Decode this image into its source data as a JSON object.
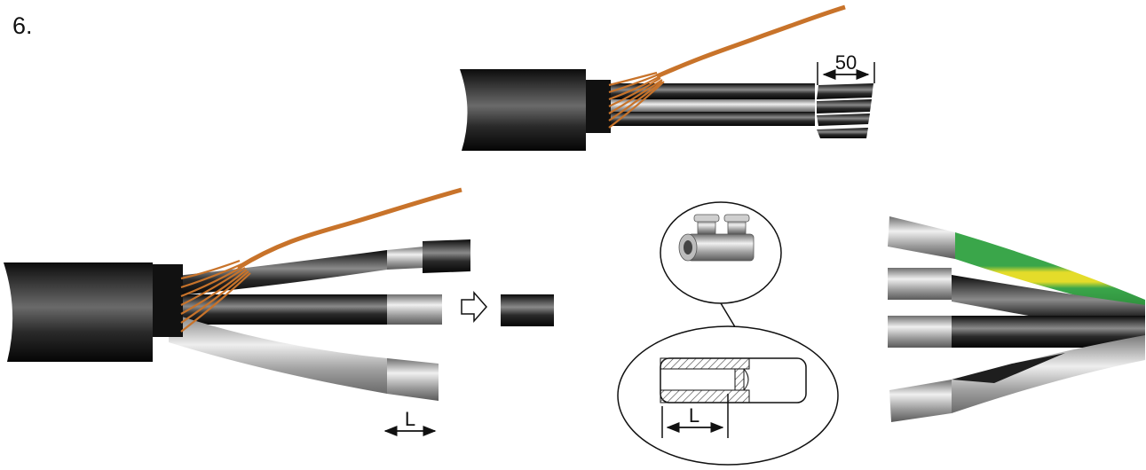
{
  "step": {
    "number": "6."
  },
  "dimensions": {
    "strip_length": "50",
    "length_symbol_left": "L",
    "length_symbol_connector": "L"
  },
  "icons": {
    "arrow": "hollow-right-arrow-icon",
    "connector": "bolted-connector-icon",
    "cross_section": "connector-cross-section-icon"
  },
  "colors": {
    "outer_sheath": "#1a1a1a",
    "drain_wire": "#c8732a",
    "core_black": "#1e1e1e",
    "core_grey": "#a8a8a8",
    "core_earth_green": "#3aa64a",
    "core_earth_yellow": "#e4dc2a"
  }
}
